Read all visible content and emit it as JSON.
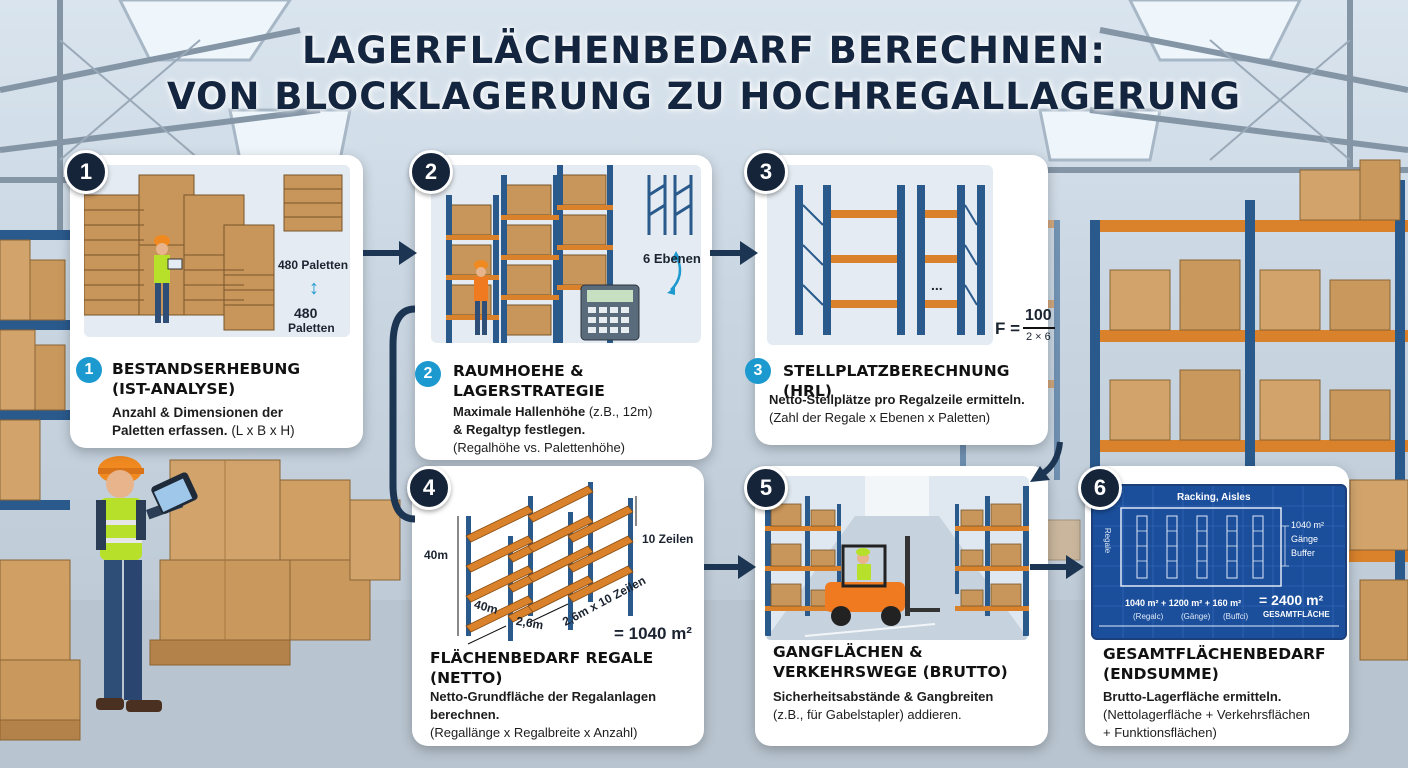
{
  "title": {
    "line1": "LAGERFLÄCHENBEDARF BERECHNEN:",
    "line2": "VON BLOCKLAGERUNG ZU HOCHREGALLAGERUNG"
  },
  "steps": [
    {
      "number": "1",
      "title_line1": "BESTANDSERHEBUNG",
      "title_line2": "(IST-ANALYSE)",
      "desc_bold1": "Anzahl & Dimensionen der",
      "desc_bold2": "Paletten erfassen.",
      "desc_normal": " (L x B x H)",
      "illu_label1": "480 Paletten",
      "illu_label2": "480",
      "illu_label3": "Paletten"
    },
    {
      "number": "2",
      "title_line1": "RAUMHOEHE &",
      "title_line2": "LAGERSTRATEGIE",
      "desc_bold1": "Maximale Hallenhöhe",
      "desc_normal1": " (z.B., 12m)",
      "desc_bold2": "& Regaltyp festlegen.",
      "desc_normal2": "(Regalhöhe vs. Palettenhöhe)",
      "illu_label1": "6 Ebenen"
    },
    {
      "number": "3",
      "title": "STELLPLATZBERECHNUNG (HRL)",
      "desc_bold": "Netto-Stellplätze pro Regalzeile ermitteln.",
      "desc_normal": "(Zahl der Regale x Ebenen x Paletten)",
      "formula_prefix": "F =",
      "formula_num": "100",
      "formula_den": "2 × 6",
      "illu_dots": "..."
    },
    {
      "number": "4",
      "title_line1": "FLÄCHENBEDARF REGALE",
      "title_line2": "(NETTO)",
      "desc_bold1": "Netto-Grundfläche der Regalanlagen",
      "desc_bold2": "berechnen.",
      "desc_normal": "(Regallänge x Regalbreite x Anzahl)",
      "illu_height": "40m",
      "illu_length": "40m",
      "illu_width": "2,6m",
      "illu_rows": "10 Zeilen",
      "illu_diag": "2,6m x 10 Zeilen",
      "illu_result": "= 1040 m²"
    },
    {
      "number": "5",
      "title_line1": "GANGFLÄCHEN &",
      "title_line2": "VERKEHRSWEGE (BRUTTO)",
      "desc_bold": "Sicherheitsabstände & Gangbreiten",
      "desc_normal": "(z.B., für Gabelstapler) addieren."
    },
    {
      "number": "6",
      "title_line1": "GESAMTFLÄCHENBEDARF",
      "title_line2": "(ENDSUMME)",
      "desc_bold": "Brutto-Lagerfläche ermitteln.",
      "desc_normal1": "(Nettolagerfläche + Verkehrsflächen",
      "desc_normal2": "+ Funktionsflächen)",
      "bp_header": "Racking, Aisles",
      "bp_side1": "1040 m²",
      "bp_side2": "Gänge",
      "bp_side3": "Buffer",
      "bp_left": "Regale",
      "bp_sum": "1040 m² + 1200 m² + 160 m²",
      "bp_total": "= 2400 m²",
      "bp_sub1": "(Regalc)",
      "bp_sub2": "(Gänge)",
      "bp_sub3": "(Buffci)",
      "bp_total_label": "GESAMTFLÄCHE"
    }
  ],
  "colors": {
    "badge": "#16243a",
    "accent": "#1c9ad0",
    "arrow": "#1c3552",
    "rack_blue": "#2a5a8c",
    "rack_orange": "#d9822b",
    "blueprint": "#1b4f9c"
  }
}
